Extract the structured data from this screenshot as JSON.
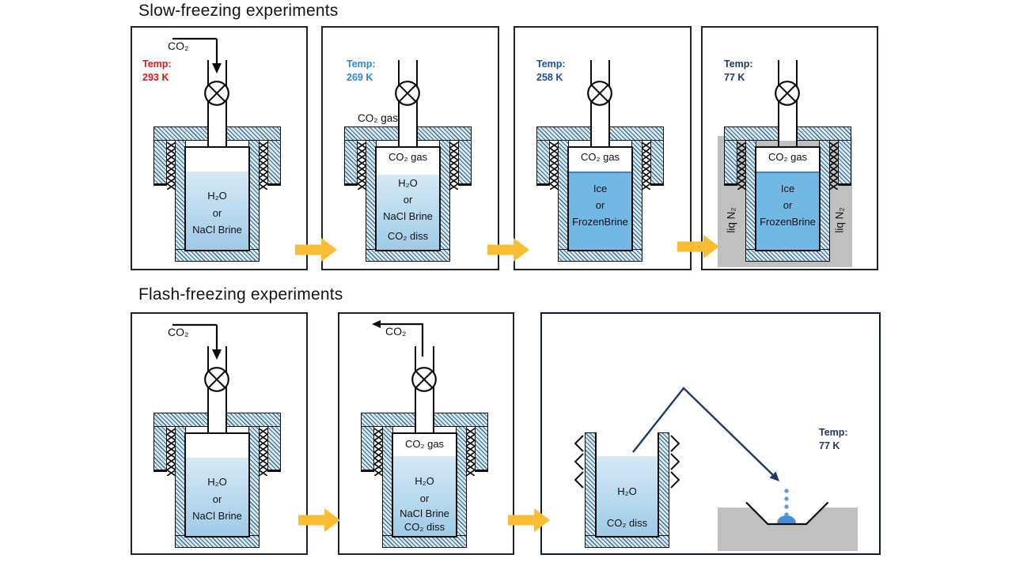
{
  "titles": {
    "slow": "Slow-freezing experiments",
    "flash": "Flash-freezing experiments"
  },
  "colors": {
    "temp_hot": "#e0171b",
    "temp_269": "#2e86d1",
    "temp_258": "#1f4e9c",
    "temp_cryo": "#203864",
    "flow_arrow": "#f8bc35",
    "trajectory_arrow": "#1f3864",
    "ln2_bath_gray": "#c0c0c0",
    "liquid_top": "#d5e9f6",
    "liquid_bottom": "#9fcbe7",
    "ice_fill": "#72b8e4",
    "vessel_hatch": "#3c6f8d"
  },
  "slow_panels": [
    {
      "co2_inlet": "CO₂",
      "temp_label": "Temp:",
      "temp_value": "293 K",
      "contents_line1": "H₂O",
      "contents_line2": "or",
      "contents_line3": "NaCl Brine"
    },
    {
      "temp_label": "Temp:",
      "temp_value": "269 K",
      "gas_outside": "CO₂ gas",
      "headspace": "CO₂ gas",
      "contents_line1": "H₂O",
      "contents_line2": "or",
      "contents_line3": "NaCl Brine",
      "contents_line4": "CO₂ diss"
    },
    {
      "temp_label": "Temp:",
      "temp_value": "258 K",
      "headspace": "CO₂ gas",
      "contents_line1": "Ice",
      "contents_line2": "or",
      "contents_line3": "FrozenBrine"
    },
    {
      "temp_label": "Temp:",
      "temp_value": "77 K",
      "headspace": "CO₂ gas",
      "contents_line1": "Ice",
      "contents_line2": "or",
      "contents_line3": "FrozenBrine",
      "bath_label_left": "liq N₂",
      "bath_label_right": "liq N₂"
    }
  ],
  "flash_panels": [
    {
      "co2_inlet": "CO₂",
      "contents_line1": "H₂O",
      "contents_line2": "or",
      "contents_line3": "NaCl Brine"
    },
    {
      "co2_outlet": "CO₂",
      "headspace": "CO₂ gas",
      "contents_line1": "H₂O",
      "contents_line2": "or",
      "contents_line3": "NaCl Brine",
      "contents_line4": "CO₂ diss"
    },
    {
      "temp_label": "Temp:",
      "temp_value": "77 K",
      "beaker_line1": "H₂O",
      "beaker_line2": "CO₂ diss"
    }
  ]
}
